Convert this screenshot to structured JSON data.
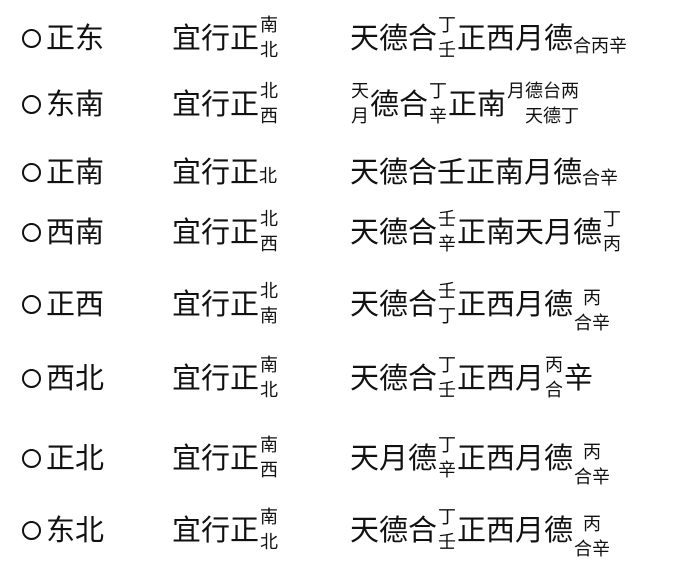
{
  "rows": [
    {
      "direction": "正东",
      "rule_main": "宜行正",
      "rule_top": "南",
      "rule_bottom": "北",
      "p1": "天德合",
      "p1_top": "丁",
      "p1_bottom": "壬",
      "p2": "正西月德",
      "p2_small": "合丙辛"
    },
    {
      "direction": "东南",
      "rule_main": "宜行正",
      "rule_top": "北",
      "rule_bottom": "西",
      "p0_top": "天",
      "p0_bottom": "月",
      "p1": "德合",
      "p1_top": "丁",
      "p1_bottom": "辛",
      "p2": "正南",
      "p2_top": "月德台两",
      "p2_bottom": "天德丁"
    },
    {
      "direction": "正南",
      "rule_main": "宜行正",
      "rule_single": "北",
      "p1": "天德合壬正南月德",
      "p2_small": "合辛"
    },
    {
      "direction": "西南",
      "rule_main": "宜行正",
      "rule_top": "北",
      "rule_bottom": "西",
      "p1": "天德合",
      "p1_top": "壬",
      "p1_bottom": "辛",
      "p2": "正南天月德",
      "p2_top": "丁",
      "p2_bottom": "丙"
    },
    {
      "direction": "正西",
      "rule_main": "宜行正",
      "rule_top": "北",
      "rule_bottom": "南",
      "p1": "天德合",
      "p1_top": "壬",
      "p1_bottom": "丁",
      "p2": "正西月德",
      "p2_top": "丙",
      "p2_bottom": "合辛"
    },
    {
      "direction": "西北",
      "rule_main": "宜行正",
      "rule_top": "南",
      "rule_bottom": "北",
      "p1": "天德合",
      "p1_top": "丁",
      "p1_bottom": "壬",
      "p2": "正西月",
      "p2_top": "丙",
      "p2_bottom": "合",
      "p3": "辛"
    },
    {
      "direction": "正北",
      "rule_main": "宜行正",
      "rule_top": "南",
      "rule_bottom": "西",
      "p1": "天月德",
      "p1_top": "丁",
      "p1_bottom": "辛",
      "p2": "正西月德",
      "p2_top": "丙",
      "p2_bottom": "合辛"
    },
    {
      "direction": "东北",
      "rule_main": "宜行正",
      "rule_top": "南",
      "rule_bottom": "北",
      "p1": "天德合",
      "p1_top": "丁",
      "p1_bottom": "壬",
      "p2": "正西月德",
      "p2_top": "丙",
      "p2_bottom": "合辛"
    }
  ]
}
